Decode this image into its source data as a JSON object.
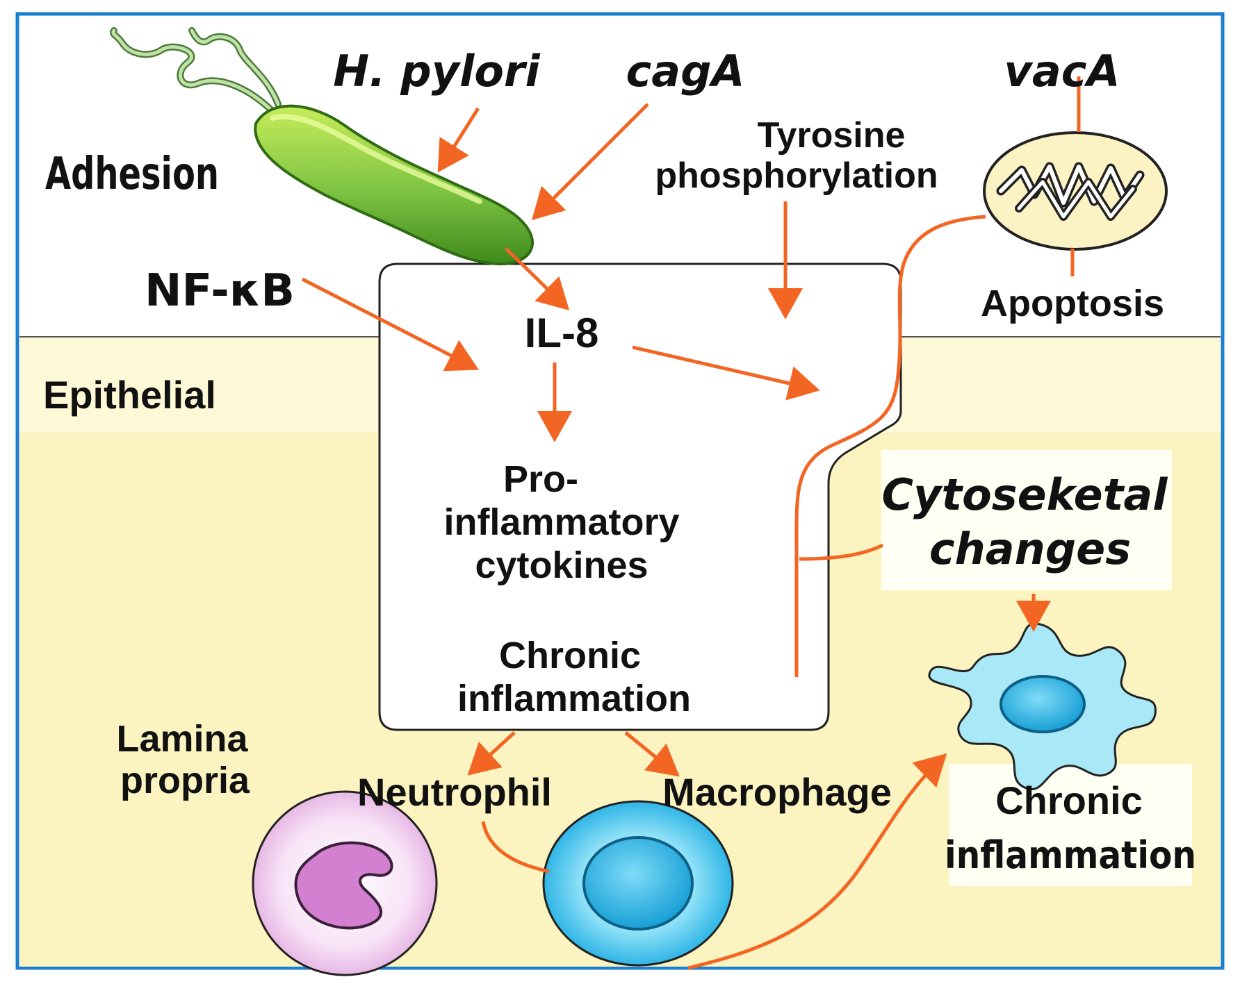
{
  "labels": {
    "h_pylori": "H. pylori",
    "caga": "cagA",
    "vaca": "vacA",
    "adhesion": "Adhesion",
    "nfkb": "NF-κB",
    "tyrosine": "Tyrosine",
    "phosphorylation": "phosphorylation",
    "apoptosis": "Apoptosis",
    "epithelial": "Epithelial",
    "il8": "IL-8",
    "pro": "Pro-",
    "inflammatory": "inflammatory",
    "cytokines": "cytokines",
    "chronic_inner": "Chronic",
    "inflammation_inner": "inflammation",
    "cytoskeletal_1": "Cytoseketal",
    "cytoskeletal_2": "changes",
    "lamina": "Lamina",
    "propria": "propria",
    "neutrophil": "Neutrophil",
    "macrophage": "Macrophage",
    "chronic_right": "Chronic",
    "inflammation_right": "inflammation"
  },
  "colors": {
    "border": "#1b7fd0",
    "arrow": "#f26522",
    "tissue": "#fbf4c0",
    "bacterium": "#7cc242",
    "neutrophil_nucleus": "#d97fd0",
    "macrophage": "#37c1ec",
    "dendritic": "#9ee3f3"
  },
  "icons": [
    "helicobacter-bacterium-icon",
    "mitochondrion-icon",
    "neutrophil-cell-icon",
    "macrophage-cell-icon",
    "dendritic-cell-icon"
  ]
}
